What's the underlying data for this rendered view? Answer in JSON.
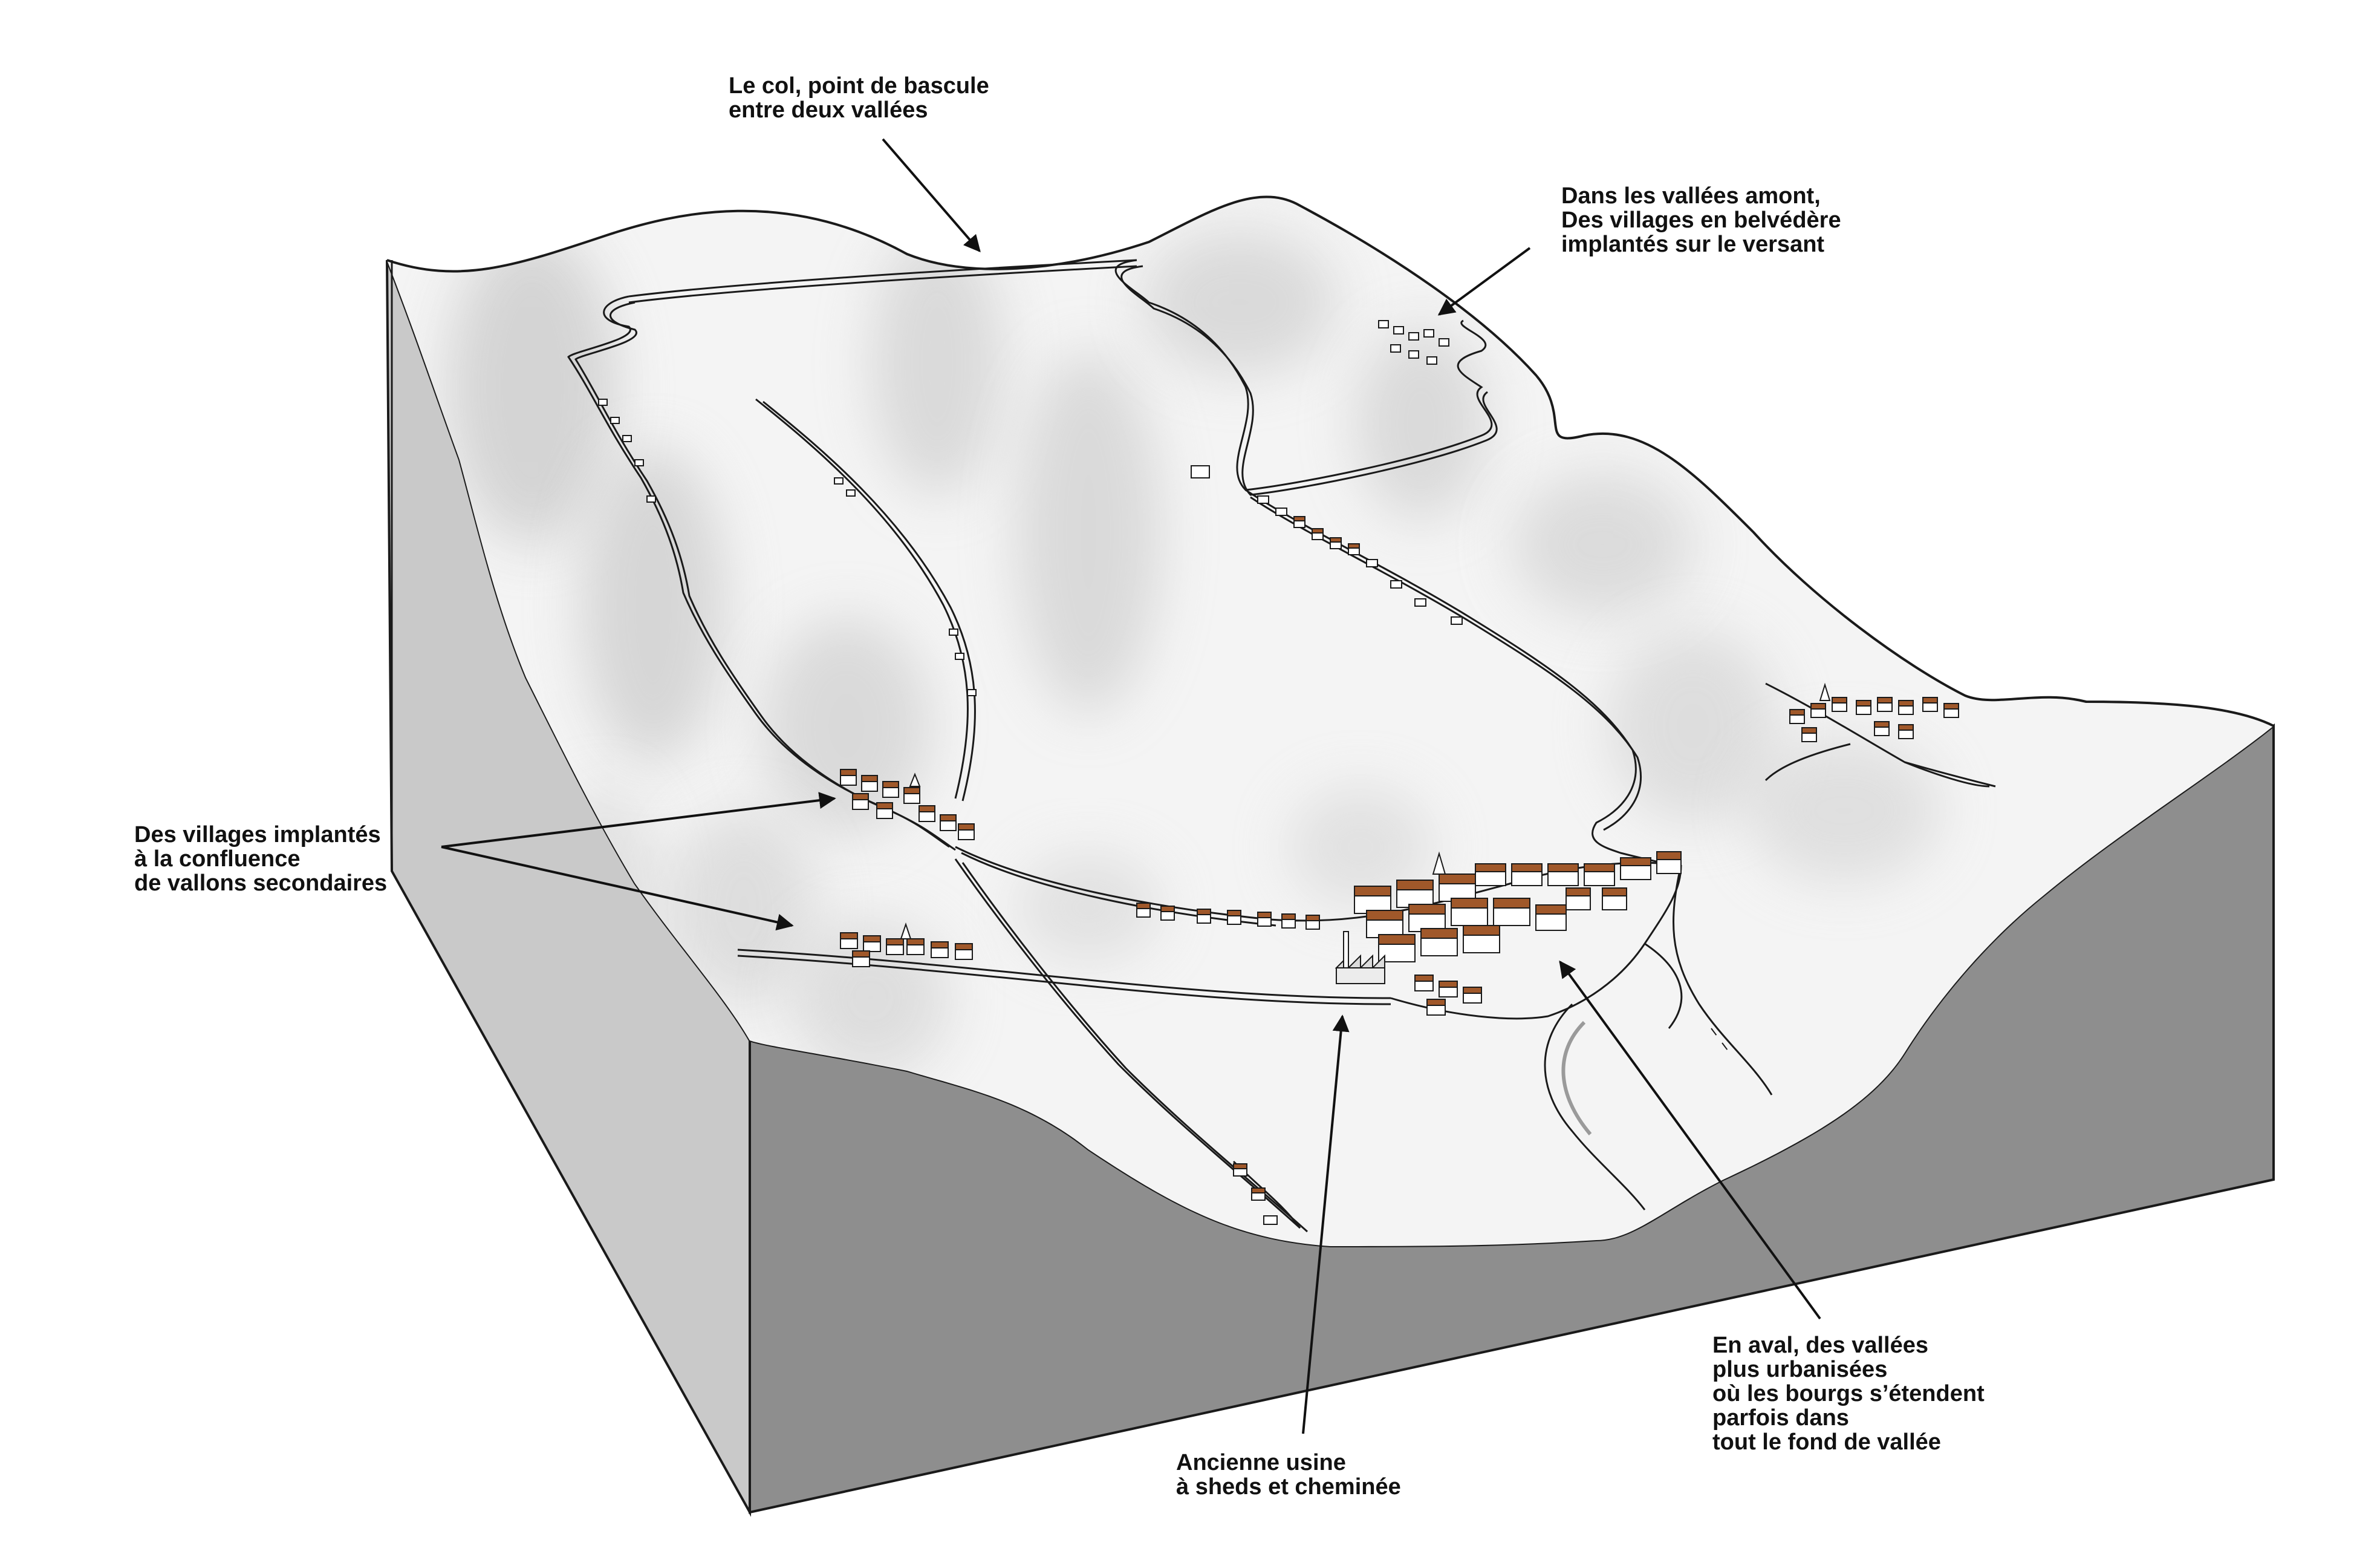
{
  "annotations": {
    "col": {
      "lines": [
        "Le col, point de bascule",
        "entre deux vallées"
      ]
    },
    "belvedere": {
      "lines": [
        "Dans les vallées amont,",
        "Des villages en belvédère",
        "implantés sur le versant"
      ]
    },
    "confluence": {
      "lines": [
        "Des villages implantés",
        "à la confluence",
        "de vallons secondaires"
      ]
    },
    "usine": {
      "lines": [
        "Ancienne usine",
        "à sheds et cheminée"
      ]
    },
    "aval": {
      "lines": [
        "En aval, des vallées",
        "plus urbanisées",
        "où les bourgs s’étendent",
        "parfois dans",
        "tout le fond de vallée"
      ]
    }
  },
  "colors": {
    "terrain_top": "#f4f4f4",
    "terrain_shade": "#d6d6d6",
    "side_light": "#c9c9c9",
    "side_dark": "#8e8e8e",
    "roof": "#a0582a",
    "outline": "#1a1a1a"
  }
}
